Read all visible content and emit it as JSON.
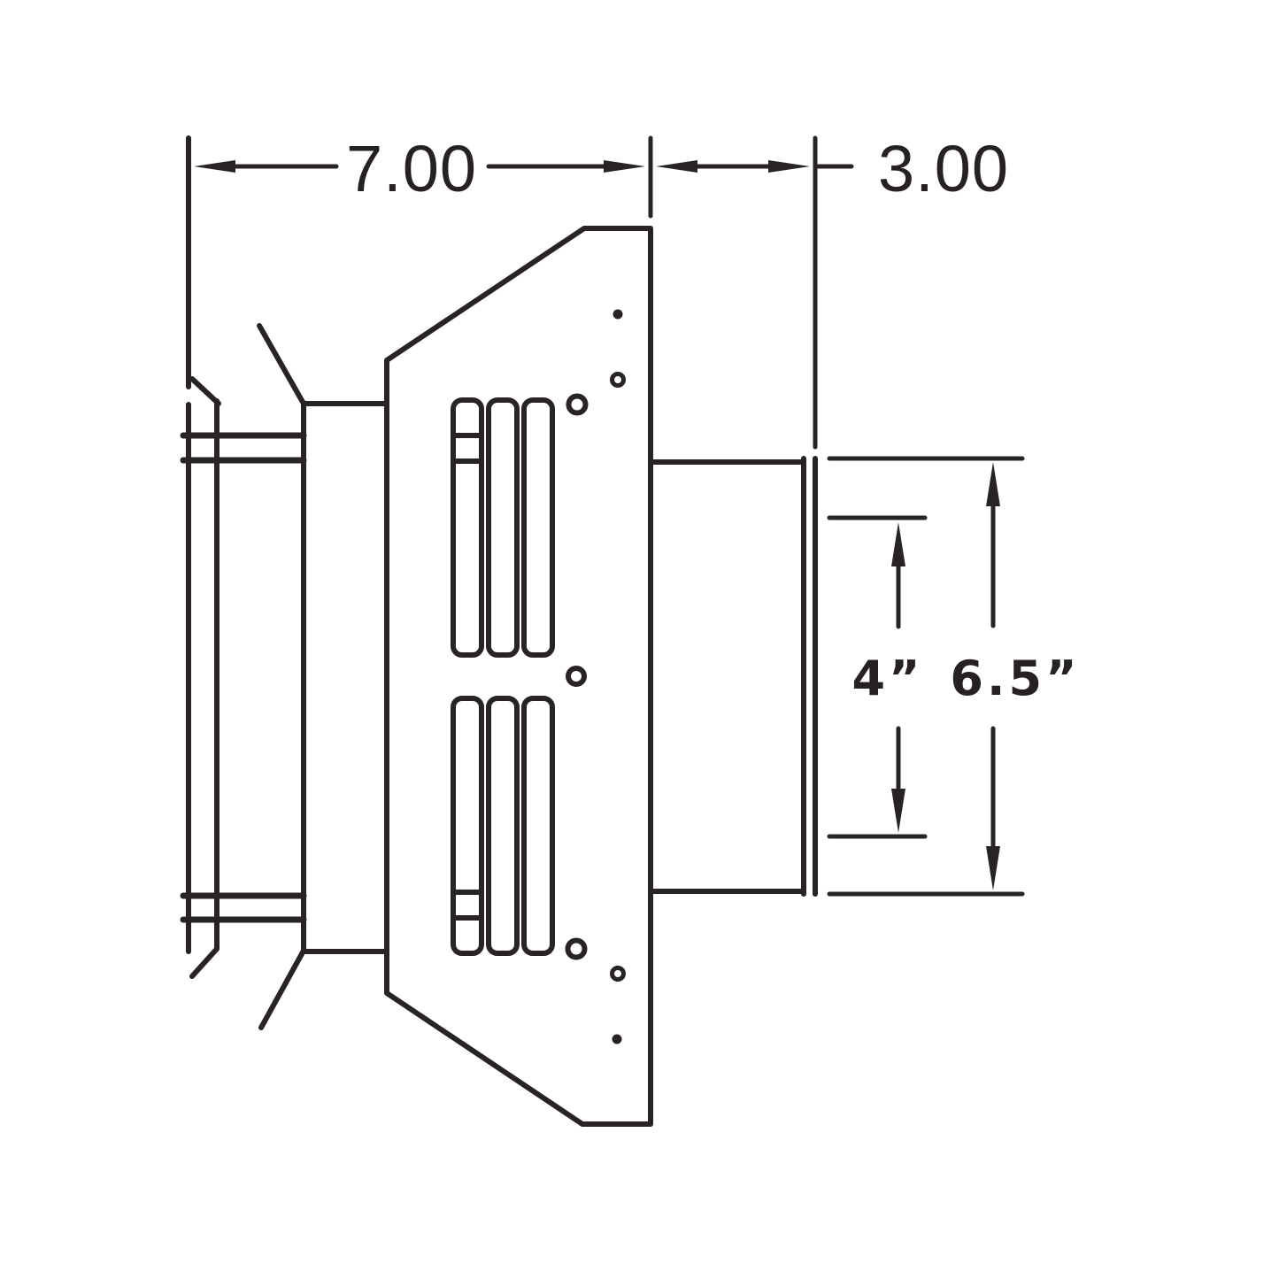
{
  "figure": {
    "description": "Technical side-view line drawing of a horizontal vent termination cap with mounting plate, vent slots and pipe collar"
  },
  "dimensions": {
    "length_label": "7.00",
    "offset_label": "3.00",
    "inner_diameter_label": "4”",
    "outer_diameter_label": "6.5”"
  },
  "colors": {
    "line": "#282425",
    "background": "#ffffff"
  }
}
